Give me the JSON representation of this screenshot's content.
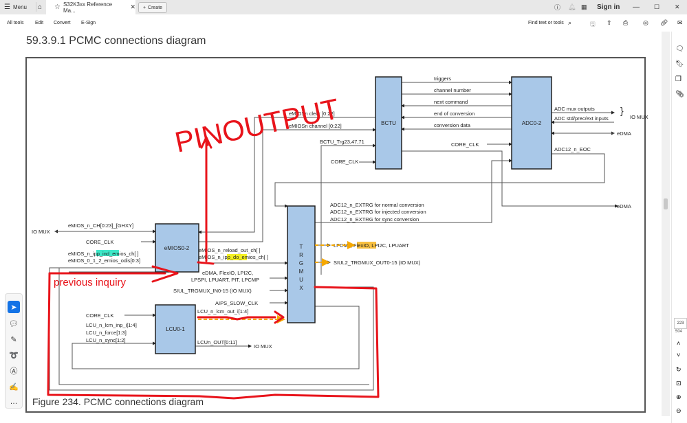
{
  "titlebar": {
    "menu_label": "Menu",
    "tab_title": "S32K3xx Reference Ma...",
    "create_label": "Create",
    "sign_in": "Sign in"
  },
  "menubar": {
    "items": [
      "All tools",
      "Edit",
      "Convert",
      "E-Sign"
    ],
    "find_label": "Find text or tools"
  },
  "document": {
    "heading": "59.3.9.1   PCMC connections diagram",
    "caption": "Figure 234.  PCMC connections diagram"
  },
  "diagram": {
    "blocks": {
      "bctu": "BCTU",
      "adc": "ADC0-2",
      "emios": "eMIOS0-2",
      "trgmux": [
        "T",
        "R",
        "G",
        "M",
        "U",
        "X"
      ],
      "lcu": "LCU0-1"
    },
    "bctu_adc_signals": [
      "triggers",
      "channel number",
      "next command",
      "end of conversion",
      "conversion data"
    ],
    "bctu_inputs": {
      "emios_clear": "eMIOSn clear [0:22]",
      "emios_channel": "eMIOSn channel [0:22]",
      "bctu_trg": "BCTU_Trg23,47,71",
      "core_clk": "CORE_CLK"
    },
    "adc_signals": {
      "core_clk": "CORE_CLK",
      "mux_outputs": "ADC mux outputs",
      "std_inputs": "ADC std/prec/ext inputs",
      "io_mux": "IO MUX",
      "edma": "eDMA",
      "eoc": "ADC12_n_EOC",
      "edma2": "eDMA"
    },
    "extrg": [
      "ADC12_n_EXTRG for normal conversion",
      "ADC12_n_EXTRG for injected conversion",
      "ADC12_n_EXTRG for sync conversion"
    ],
    "emios_signals": {
      "io_mux": "IO MUX",
      "ch": "eMIOS_n_CH[0:23]_[GHXY]",
      "core_clk": "CORE_CLK",
      "ipp_ind_pre": "eMIOS_n_",
      "ipp_ind_hl": "ipp_ind",
      "ipp_ind_post": "_emios_ch[ ]",
      "odis": "eMIOS_0_1_2_emios_odis[0:3]",
      "reload": "eMIOS_n_reload_out_ch[ ]",
      "ipp_do_pre": "eMIOS_n_",
      "ipp_do_hl": "ipp_do",
      "ipp_do_post": "_emios_ch[ ]"
    },
    "trgmux_inputs": [
      "eDMA, FlexIO, LPI2C,",
      "LPSPI, LPUART, PIT, LPCMP",
      "SIUL_TRGMUX_IN0-15 (IO MUX)",
      "AIPS_SLOW_CLK"
    ],
    "trgmux_outputs": {
      "out1_pre": "LPCMP, ",
      "out1_hl": "FlexIO",
      "out1_post": ", LPI2C, LPUART",
      "out2": "SIUL2_TRGMUX_OUT0-15 (IO MUX)"
    },
    "lcu_signals": {
      "core_clk": "CORE_CLK",
      "inp": "LCU_n_lcm_inp_i[1:4]",
      "force": "LCU_n_force[1:3]",
      "sync": "LCU_n_sync[1:2]",
      "out_i": "LCU_n_lcm_out_i[1:4]",
      "out": "LCUn_OUT[0:11]",
      "io_mux": "IO MUX"
    }
  },
  "annotations": {
    "pinoutput": "PINOUTPUT",
    "previous_inquiry": "previous inquiry"
  },
  "right_panel": {
    "page_number": "223",
    "page_total": "504"
  },
  "colors": {
    "block_fill": "#a9c8e8",
    "annotation_red": "#e8141b",
    "highlight_cyan": "#3ee8c8",
    "highlight_yellow": "#f4f020",
    "highlight_orange": "#f8c040",
    "dashed_orange": "#f5a800"
  }
}
